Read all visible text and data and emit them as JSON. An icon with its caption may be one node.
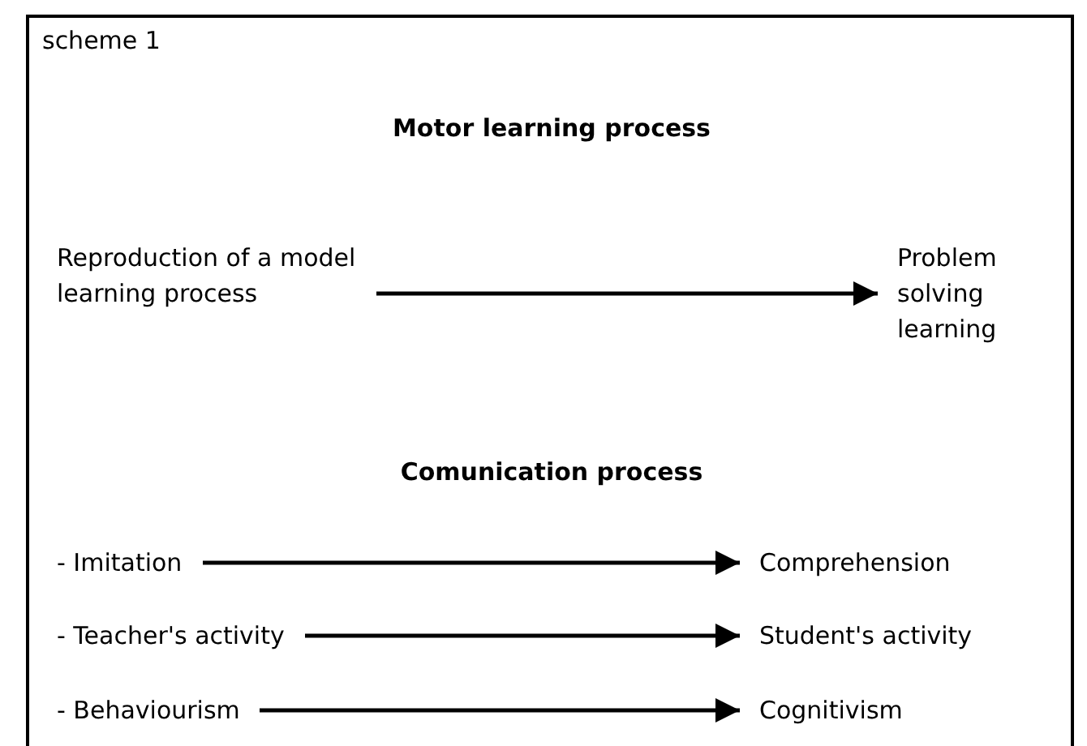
{
  "diagram": {
    "title": "scheme 1",
    "nodes": [
      {
        "text": [
          "Reproduction of a model learning process"
        ]
      },
      {
        "text": [
          "Problem solving learning"
        ]
      },
      {
        "text": [
          "- Imitation"
        ]
      },
      {
        "text": [
          "Comprehension"
        ]
      },
      {
        "text": [
          "- Teacher's activity"
        ]
      },
      {
        "text": [
          "Student's activity"
        ]
      },
      {
        "text": [
          "- Behaviourism"
        ]
      },
      {
        "text": [
          "Cognitivism"
        ]
      }
    ],
    "edges": [
      {
        "from": 0,
        "to": 1,
        "arrow": "to"
      },
      {
        "from": 2,
        "to": 3,
        "arrow": "to"
      },
      {
        "from": 4,
        "to": 5,
        "arrow": "to"
      },
      {
        "from": 6,
        "to": 7,
        "arrow": "to"
      }
    ],
    "labels": [
      "Motor learning process",
      "Comunication process"
    ]
  }
}
